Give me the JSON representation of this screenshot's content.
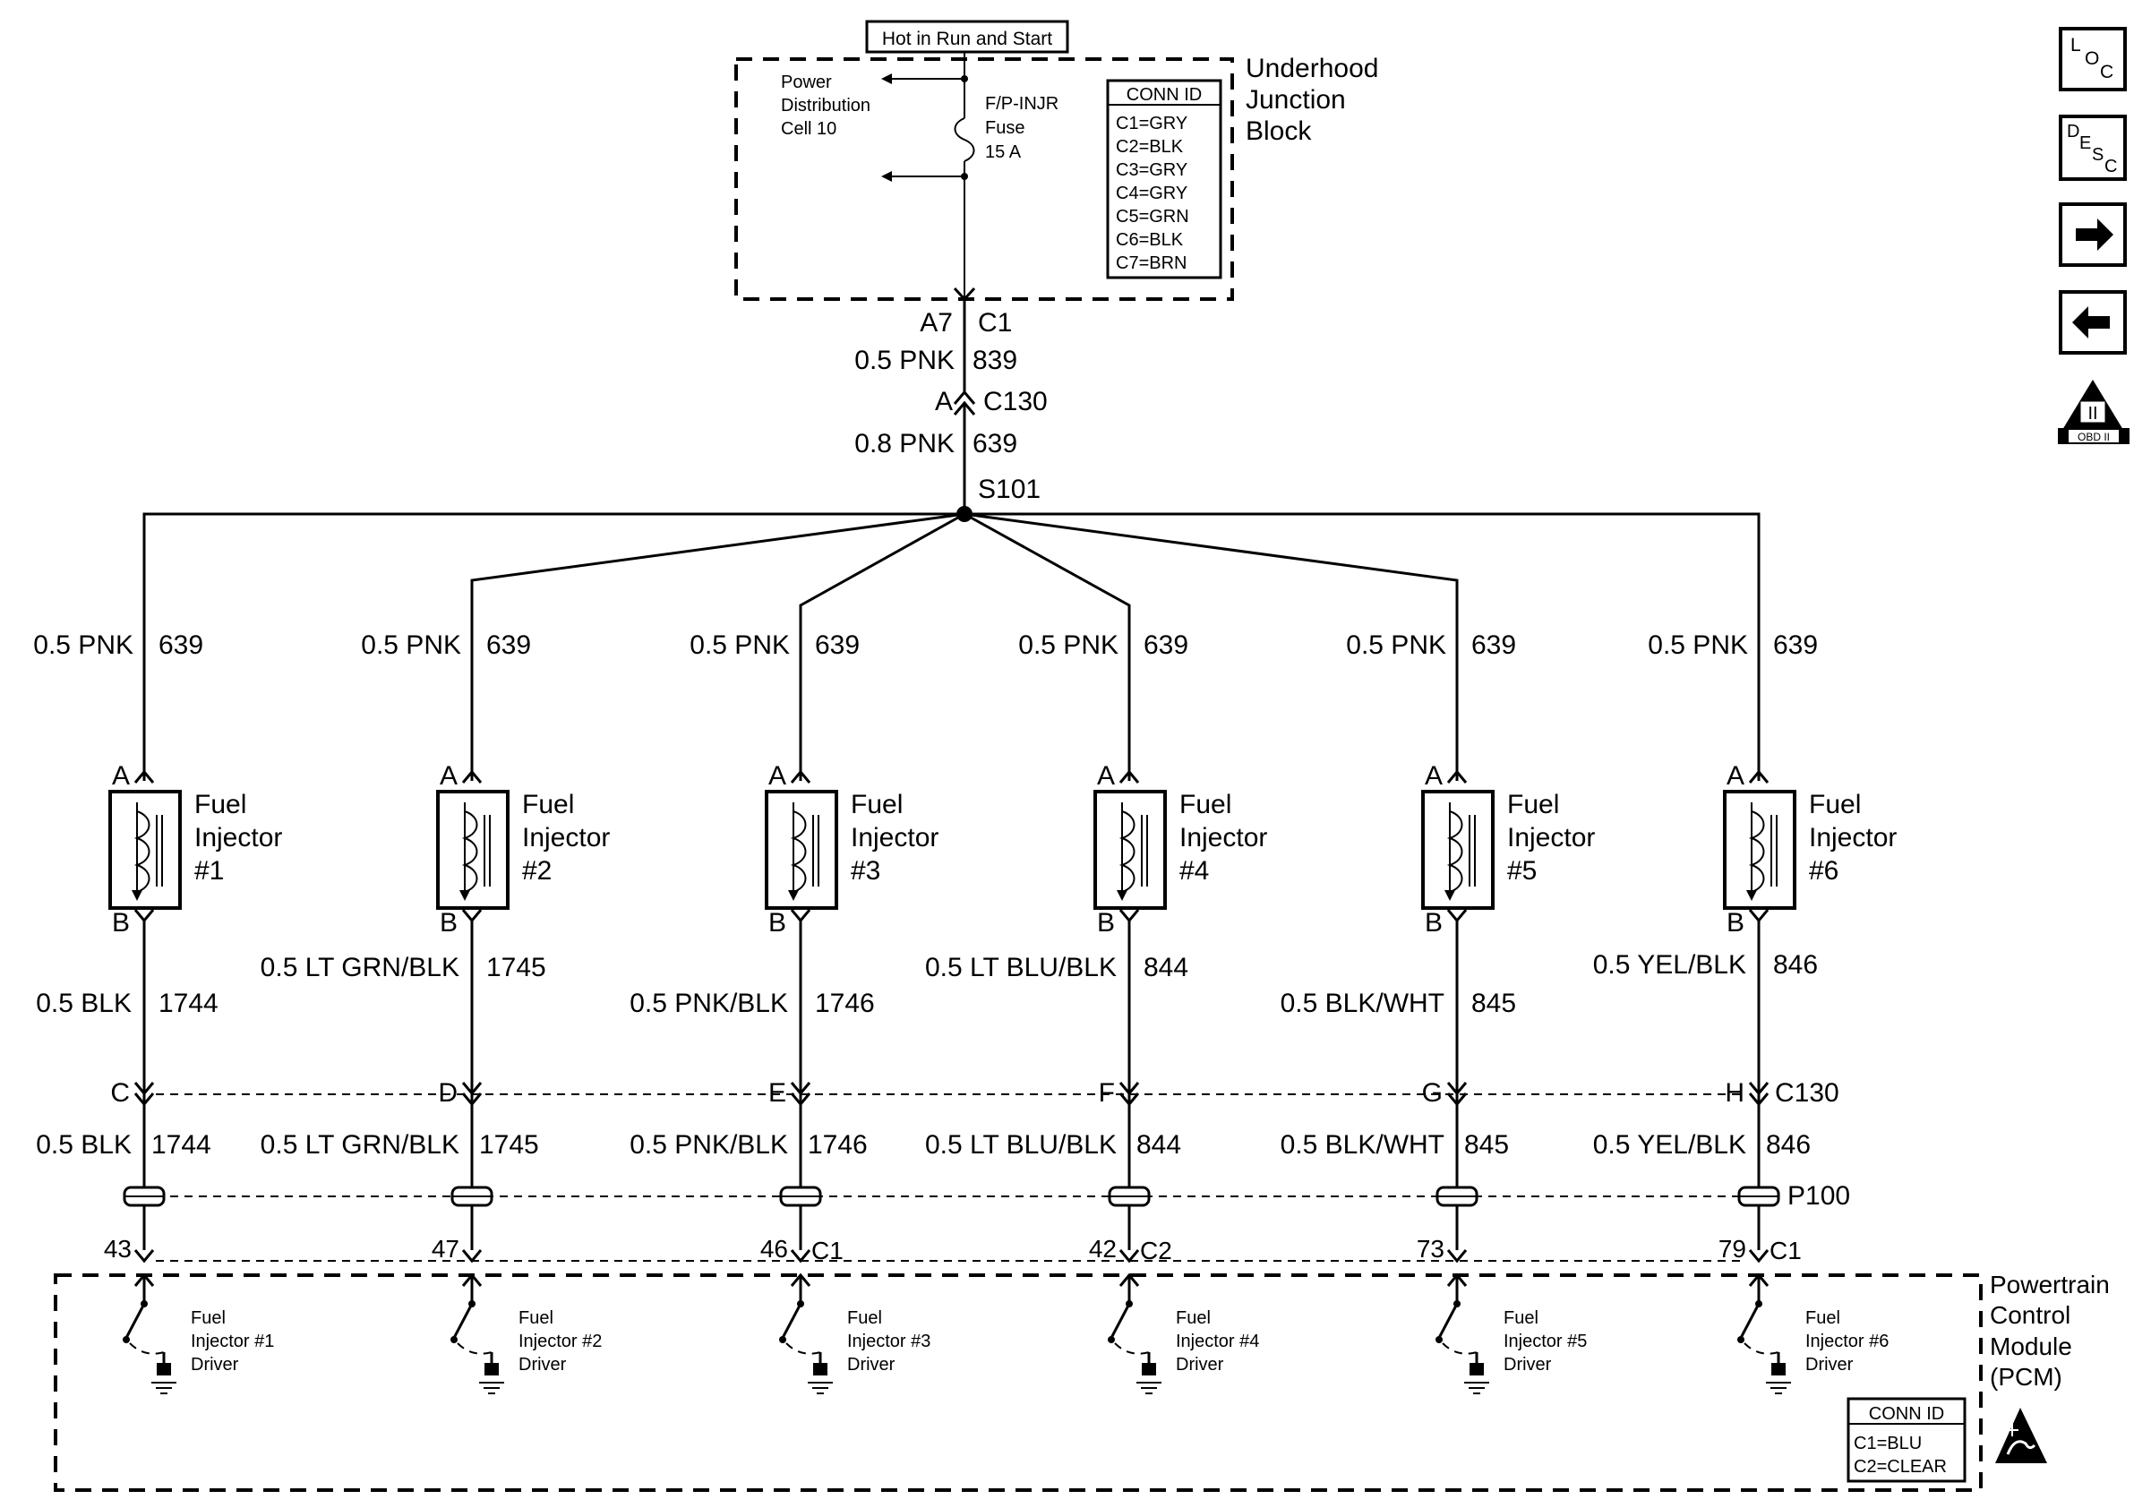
{
  "supply_label": "Hot in Run and Start",
  "junction_block": {
    "name": [
      "Underhood",
      "Junction",
      "Block"
    ],
    "power_distribution": [
      "Power",
      "Distribution",
      "Cell 10"
    ],
    "fuse": [
      "F/P-INJR",
      "Fuse",
      "15 A"
    ],
    "conn_id_title": "CONN ID",
    "conn_ids": [
      "C1=GRY",
      "C2=BLK",
      "C3=GRY",
      "C4=GRY",
      "C5=GRN",
      "C6=BLK",
      "C7=BRN"
    ]
  },
  "feed": {
    "jb_pin": "A7",
    "jb_connector": "C1",
    "wire1_size_color": "0.5 PNK",
    "wire1_circuit": "839",
    "c130_pin": "A",
    "c130_label": "C130",
    "wire2_size_color": "0.8 PNK",
    "wire2_circuit": "639",
    "splice": "S101"
  },
  "injectors": [
    {
      "feed_wire": "0.5 PNK",
      "feed_circuit": "639",
      "pin_a": "A",
      "pin_b": "B",
      "name": [
        "Fuel",
        "Injector",
        "#1"
      ],
      "upper_wire": "0.5 BLK",
      "upper_circuit": "1744",
      "c130_pin": "C",
      "lower_wire": "0.5 BLK",
      "lower_circuit": "1744",
      "pcm_pin": "43",
      "pcm_conn": "",
      "driver": [
        "Fuel",
        "Injector #1",
        "Driver"
      ]
    },
    {
      "feed_wire": "0.5 PNK",
      "feed_circuit": "639",
      "pin_a": "A",
      "pin_b": "B",
      "name": [
        "Fuel",
        "Injector",
        "#2"
      ],
      "upper_wire": "0.5 LT GRN/BLK",
      "upper_circuit": "1745",
      "c130_pin": "D",
      "lower_wire": "0.5 LT GRN/BLK",
      "lower_circuit": "1745",
      "pcm_pin": "47",
      "pcm_conn": "",
      "driver": [
        "Fuel",
        "Injector #2",
        "Driver"
      ]
    },
    {
      "feed_wire": "0.5 PNK",
      "feed_circuit": "639",
      "pin_a": "A",
      "pin_b": "B",
      "name": [
        "Fuel",
        "Injector",
        "#3"
      ],
      "upper_wire": "0.5 PNK/BLK",
      "upper_circuit": "1746",
      "c130_pin": "E",
      "lower_wire": "0.5 PNK/BLK",
      "lower_circuit": "1746",
      "pcm_pin": "46",
      "pcm_conn": "C1",
      "driver": [
        "Fuel",
        "Injector #3",
        "Driver"
      ]
    },
    {
      "feed_wire": "0.5 PNK",
      "feed_circuit": "639",
      "pin_a": "A",
      "pin_b": "B",
      "name": [
        "Fuel",
        "Injector",
        "#4"
      ],
      "upper_wire": "0.5 LT BLU/BLK",
      "upper_circuit": "844",
      "c130_pin": "F",
      "lower_wire": "0.5 LT BLU/BLK",
      "lower_circuit": "844",
      "pcm_pin": "42",
      "pcm_conn": "C2",
      "driver": [
        "Fuel",
        "Injector #4",
        "Driver"
      ]
    },
    {
      "feed_wire": "0.5 PNK",
      "feed_circuit": "639",
      "pin_a": "A",
      "pin_b": "B",
      "name": [
        "Fuel",
        "Injector",
        "#5"
      ],
      "upper_wire": "0.5 BLK/WHT",
      "upper_circuit": "845",
      "c130_pin": "G",
      "lower_wire": "0.5 BLK/WHT",
      "lower_circuit": "845",
      "pcm_pin": "73",
      "pcm_conn": "",
      "driver": [
        "Fuel",
        "Injector #5",
        "Driver"
      ]
    },
    {
      "feed_wire": "0.5 PNK",
      "feed_circuit": "639",
      "pin_a": "A",
      "pin_b": "B",
      "name": [
        "Fuel",
        "Injector",
        "#6"
      ],
      "upper_wire": "0.5 YEL/BLK",
      "upper_circuit": "846",
      "c130_pin": "H",
      "lower_wire": "0.5 YEL/BLK",
      "lower_circuit": "846",
      "pcm_pin": "79",
      "pcm_conn": "C1",
      "driver": [
        "Fuel",
        "Injector #6",
        "Driver"
      ]
    }
  ],
  "c130_connector": "C130",
  "p100_label": "P100",
  "pcm": {
    "name": [
      "Powertrain",
      "Control",
      "Module",
      "(PCM)"
    ],
    "conn_id_title": "CONN ID",
    "conn_ids": [
      "C1=BLU",
      "C2=CLEAR"
    ]
  },
  "nav_buttons": [
    {
      "id": "loc",
      "icon": "loc-icon",
      "letters": [
        "L",
        "O",
        "C"
      ]
    },
    {
      "id": "desc",
      "icon": "desc-icon",
      "letters": [
        "D",
        "E",
        "S",
        "C"
      ]
    },
    {
      "id": "next",
      "icon": "arrow-right-icon"
    },
    {
      "id": "prev",
      "icon": "arrow-left-icon"
    }
  ],
  "obd_badge": [
    "II",
    "OBD II"
  ],
  "esd_icon": "esd-warning-icon"
}
